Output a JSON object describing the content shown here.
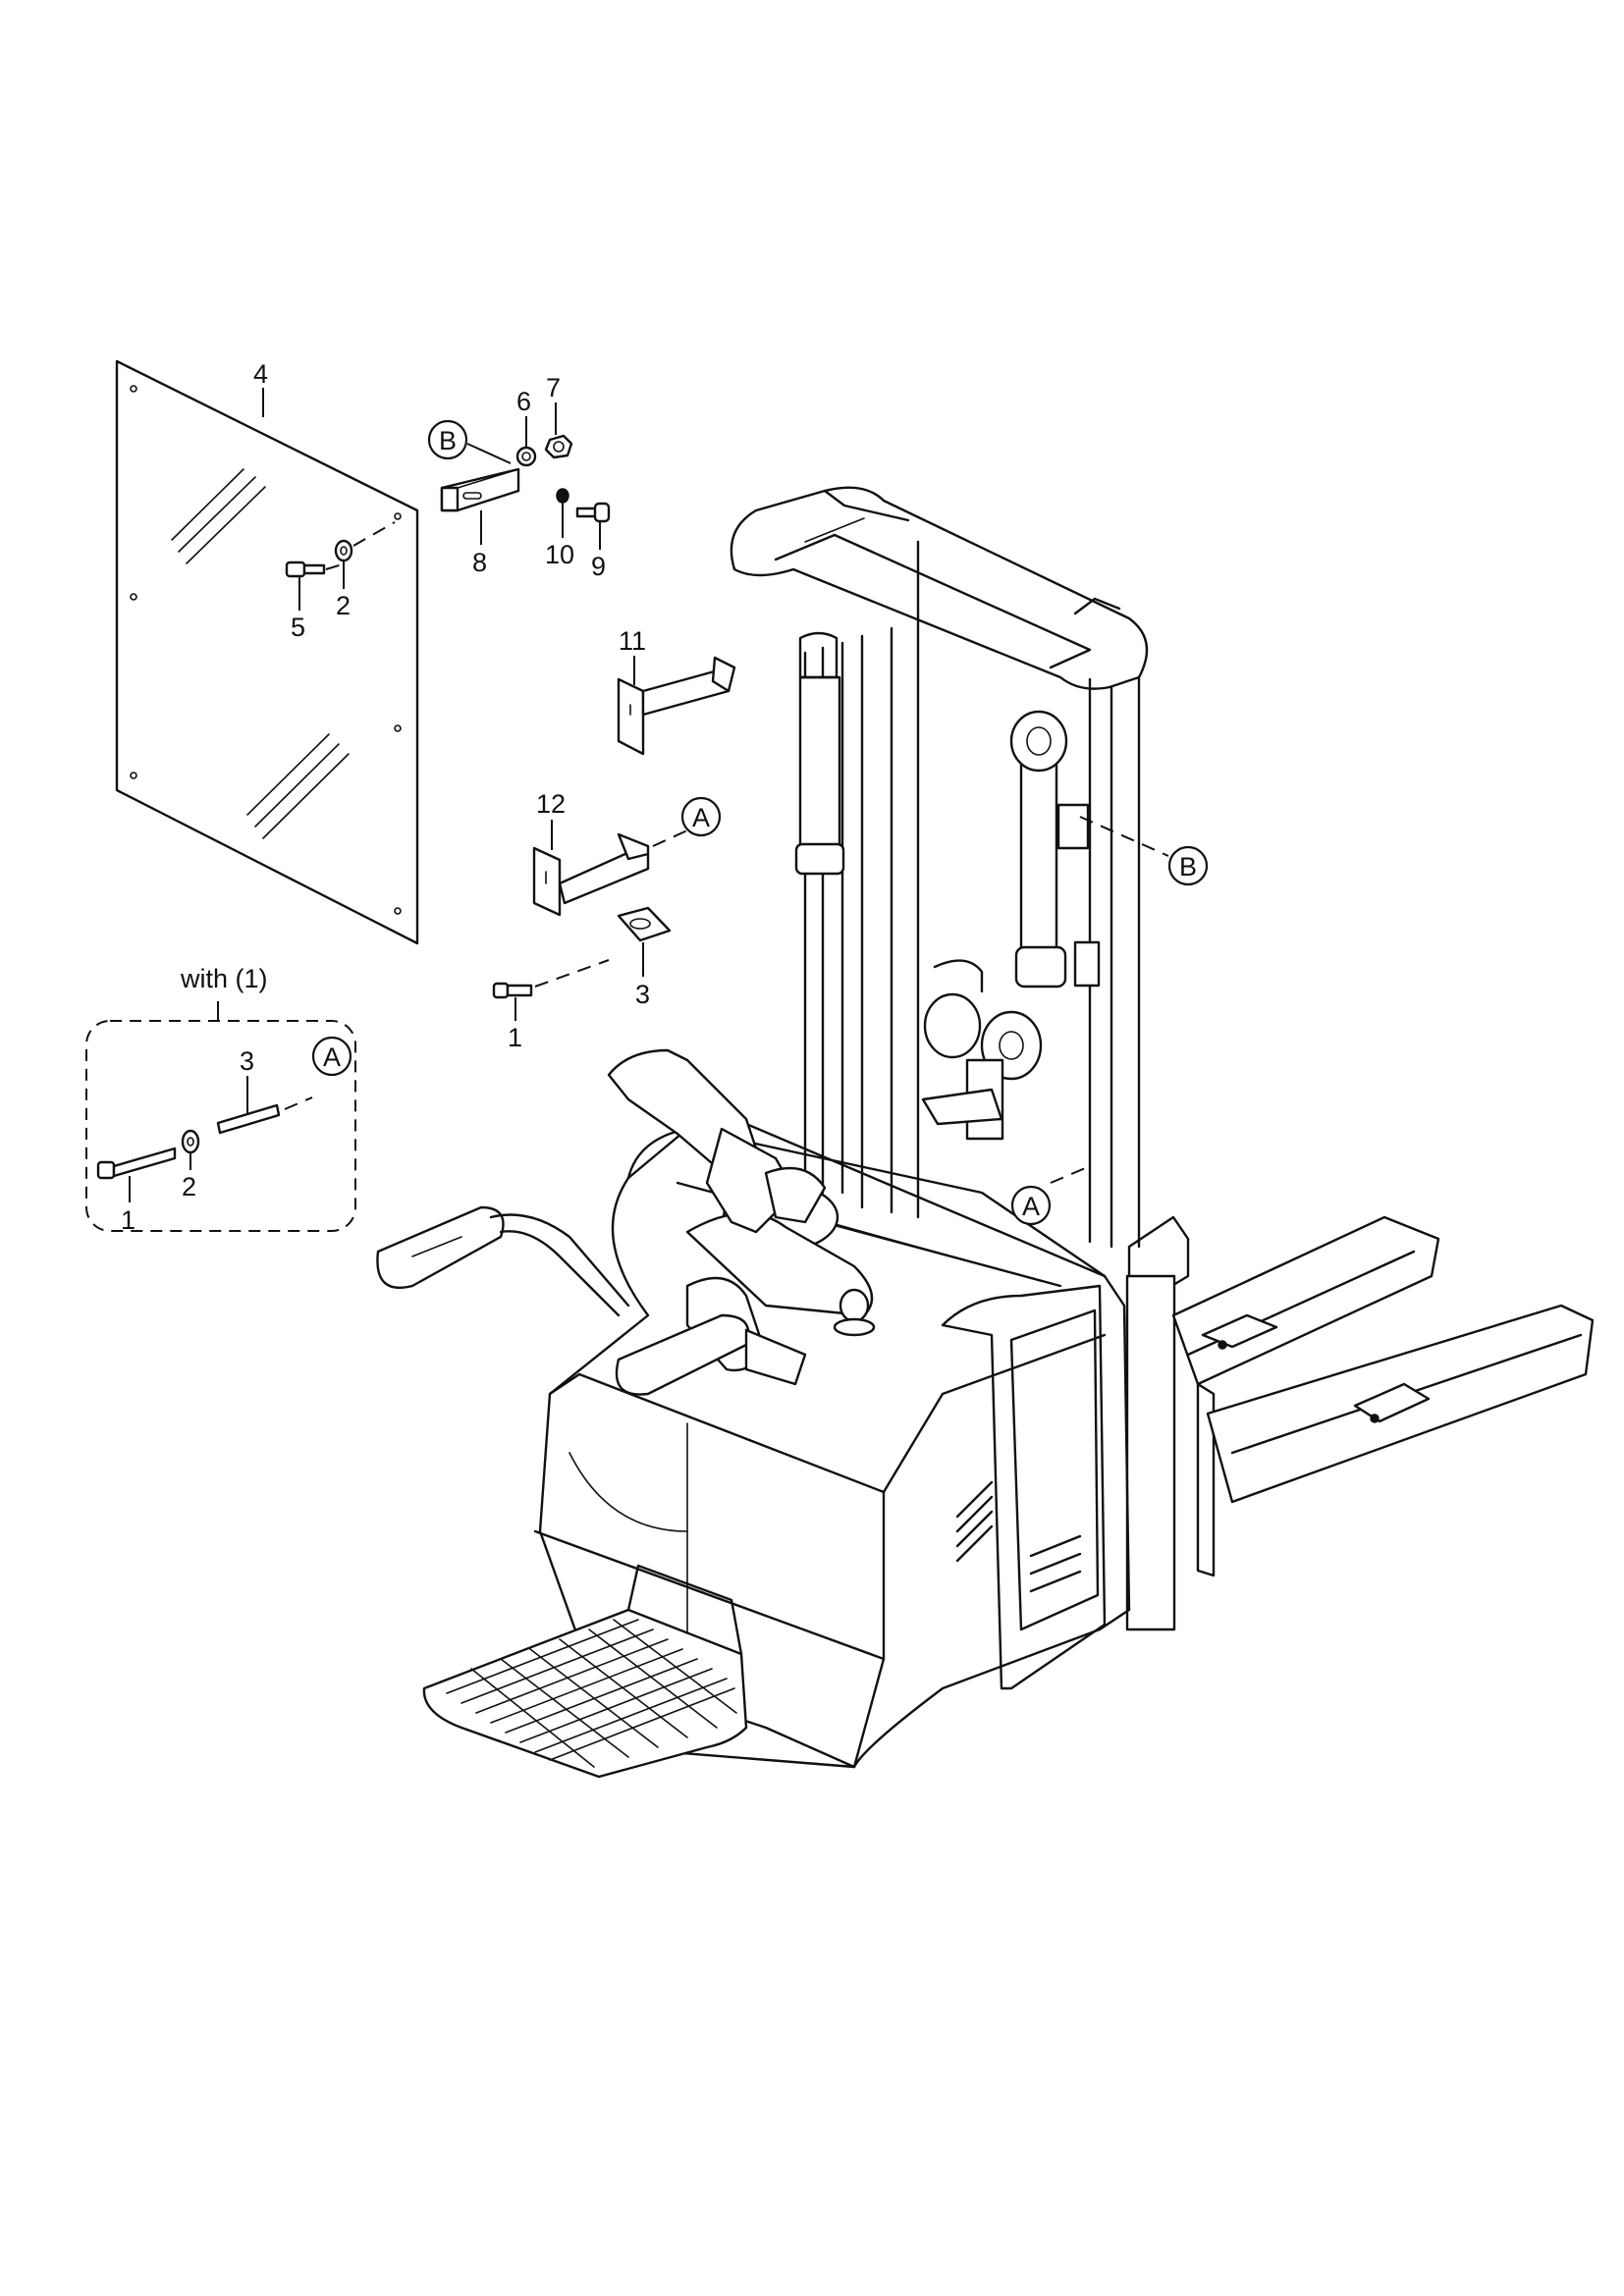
{
  "labels": {
    "panel": "4",
    "bolt_panel": "5",
    "washer_panel": "2",
    "nut_6": "6",
    "nut_7": "7",
    "bracket_8": "8",
    "washer_10": "10",
    "bolt_9": "9",
    "bracket_11": "11",
    "bracket_12": "12",
    "pin_3": "3",
    "bolt_1": "1",
    "detail_bolt_1": "1",
    "detail_washer_2": "2",
    "detail_pin_3": "3"
  },
  "refs": {
    "ref_a": "A",
    "ref_b": "B"
  },
  "detail": {
    "title": "with (1)"
  }
}
